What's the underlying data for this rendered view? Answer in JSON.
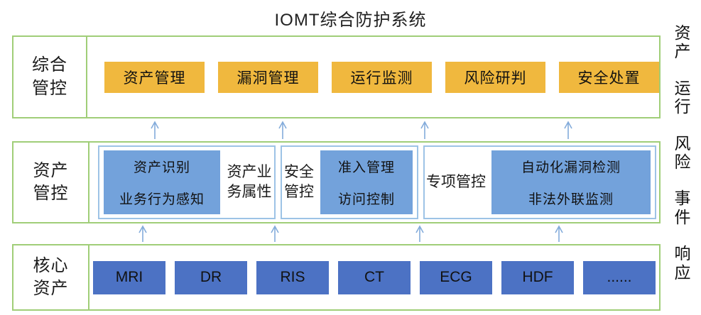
{
  "title": "IOMT综合防护系统",
  "layers": {
    "management": {
      "label": "综合\n管控",
      "modules": [
        "资产管理",
        "漏洞管理",
        "运行监测",
        "风险研判",
        "安全处置"
      ]
    },
    "asset_control": {
      "label": "资产\n管控",
      "groups": [
        {
          "label": "资产业\n务属性",
          "items": [
            "资产识别",
            "业务行为感知"
          ]
        },
        {
          "label": "安全\n管控",
          "items": [
            "准入管理",
            "访问控制"
          ]
        },
        {
          "label": "专项管控",
          "items": [
            "自动化漏洞检测",
            "非法外联监测"
          ]
        }
      ]
    },
    "core_assets": {
      "label": "核心\n资产",
      "devices": [
        "MRI",
        "DR",
        "RIS",
        "CT",
        "ECG",
        "HDF",
        "......"
      ]
    }
  },
  "side_labels": [
    "资产",
    "运行",
    "风险",
    "事件",
    "响应"
  ],
  "colors": {
    "frame_green": "#A0CE78",
    "module_orange": "#F0B83E",
    "item_blue": "#73A2DB",
    "device_blue": "#4C72C4",
    "group_border_blue": "#9DC3E6",
    "arrow_blue": "#84ACDB"
  }
}
